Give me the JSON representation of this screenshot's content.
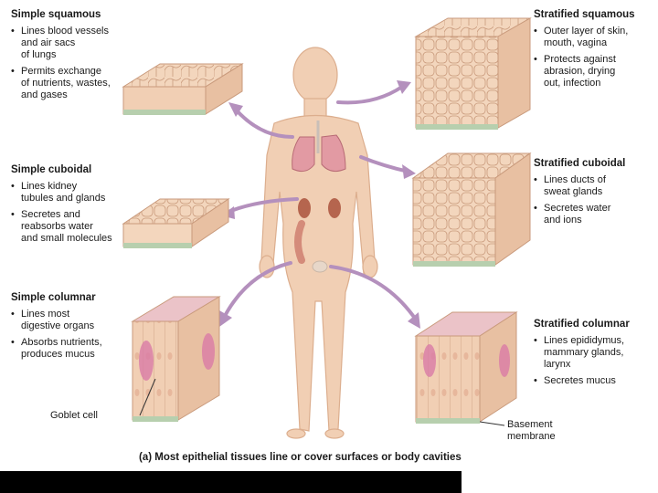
{
  "left_panels": [
    {
      "title": "Simple squamous",
      "bullets": [
        [
          "Lines blood vessels",
          "and air sacs",
          "of lungs"
        ],
        [
          "Permits exchange",
          "of nutrients, wastes,",
          "and gases"
        ]
      ]
    },
    {
      "title": "Simple cuboidal",
      "bullets": [
        [
          "Lines kidney",
          "tubules and glands"
        ],
        [
          "Secretes and",
          "reabsorbs water",
          "and small molecules"
        ]
      ]
    },
    {
      "title": "Simple columnar",
      "bullets": [
        [
          "Lines most",
          "digestive organs"
        ],
        [
          "Absorbs nutrients,",
          "produces mucus"
        ]
      ]
    }
  ],
  "right_panels": [
    {
      "title": "Stratified squamous",
      "bullets": [
        [
          "Outer layer of skin,",
          "mouth, vagina"
        ],
        [
          "Protects against",
          "abrasion, drying",
          "out, infection"
        ]
      ]
    },
    {
      "title": "Stratified cuboidal",
      "bullets": [
        [
          "Lines ducts of",
          "sweat glands"
        ],
        [
          "Secretes water",
          "and ions"
        ]
      ]
    },
    {
      "title": "Stratified columnar",
      "bullets": [
        [
          "Lines epididymus,",
          "mammary glands,",
          "larynx"
        ],
        [
          "Secretes mucus"
        ]
      ]
    }
  ],
  "labels": {
    "goblet_cell": "Goblet  cell",
    "basement_line1": "Basement",
    "basement_line2": "membrane"
  },
  "caption": "(a) Most epithelial tissues line or cover surfaces or body cavities",
  "colors": {
    "skin": "#f1cfb4",
    "skin_shade": "#dcae8e",
    "tissue": "#f3d6bd",
    "membrane": "#b7cfae",
    "arrow": "#b490bd",
    "lung": "#e29aa3",
    "kidney": "#b5654e",
    "goblet": "#d97aa6"
  }
}
